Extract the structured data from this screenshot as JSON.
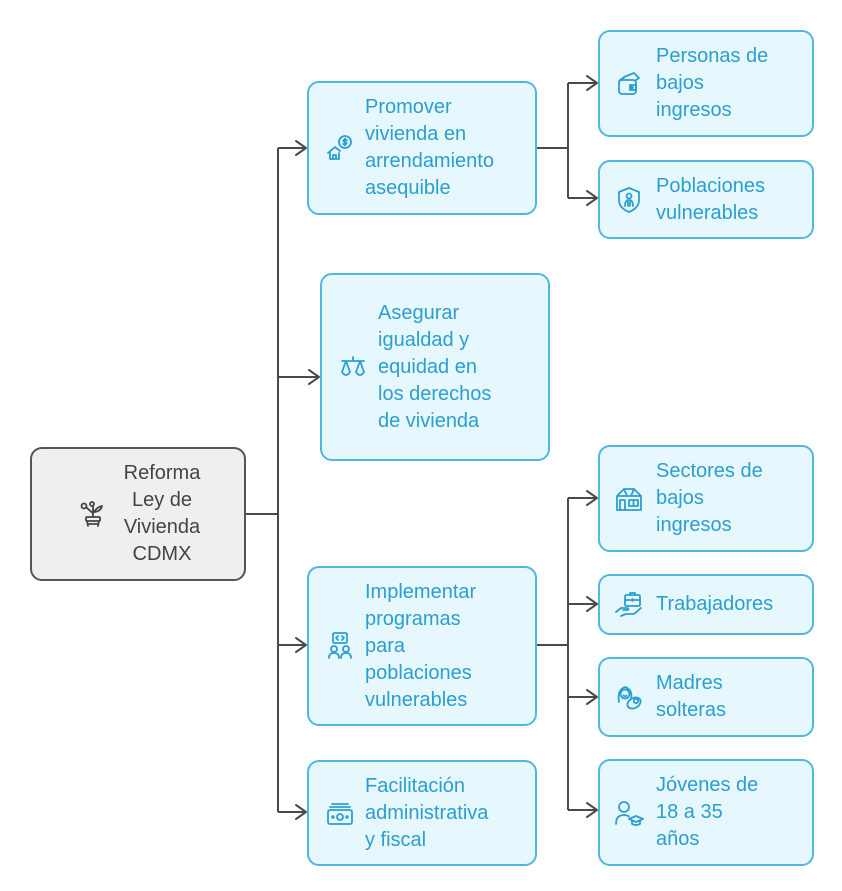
{
  "diagram": {
    "type": "mind-map",
    "colors": {
      "root_fill": "#efefef",
      "root_border": "#555555",
      "root_text": "#444444",
      "child_fill": "#e6f7fd",
      "child_border": "#4fb8dd",
      "child_text": "#2a9fd0",
      "connector": "#4a4a4a"
    },
    "root": {
      "label": "Reforma\nLey de\nVivienda\nCDMX",
      "icon": "plant-pot-icon"
    },
    "branches": [
      {
        "label": "Promover\nvivienda en\narrendamiento\nasequible",
        "icon": "house-dollar-icon",
        "children": [
          {
            "label": "Personas de\nbajos\ningresos",
            "icon": "wallet-money-icon"
          },
          {
            "label": "Poblaciones\nvulnerables",
            "icon": "shield-person-icon"
          }
        ]
      },
      {
        "label": "Asegurar\nigualdad y\nequidad en\nlos derechos\nde vivienda",
        "icon": "scales-icon",
        "children": []
      },
      {
        "label": "Implementar\nprogramas\npara\npoblaciones\nvulnerables",
        "icon": "people-code-icon",
        "children": [
          {
            "label": "Sectores de\nbajos\ningresos",
            "icon": "building-icon"
          },
          {
            "label": "Trabajadores",
            "icon": "hand-briefcase-icon"
          },
          {
            "label": "Madres\nsolteras",
            "icon": "mother-baby-icon"
          },
          {
            "label": "Jóvenes de\n18 a 35\naños",
            "icon": "graduate-person-icon"
          }
        ]
      },
      {
        "label": "Facilitación\nadministrativa\ny fiscal",
        "icon": "cash-stack-icon",
        "children": []
      }
    ]
  }
}
